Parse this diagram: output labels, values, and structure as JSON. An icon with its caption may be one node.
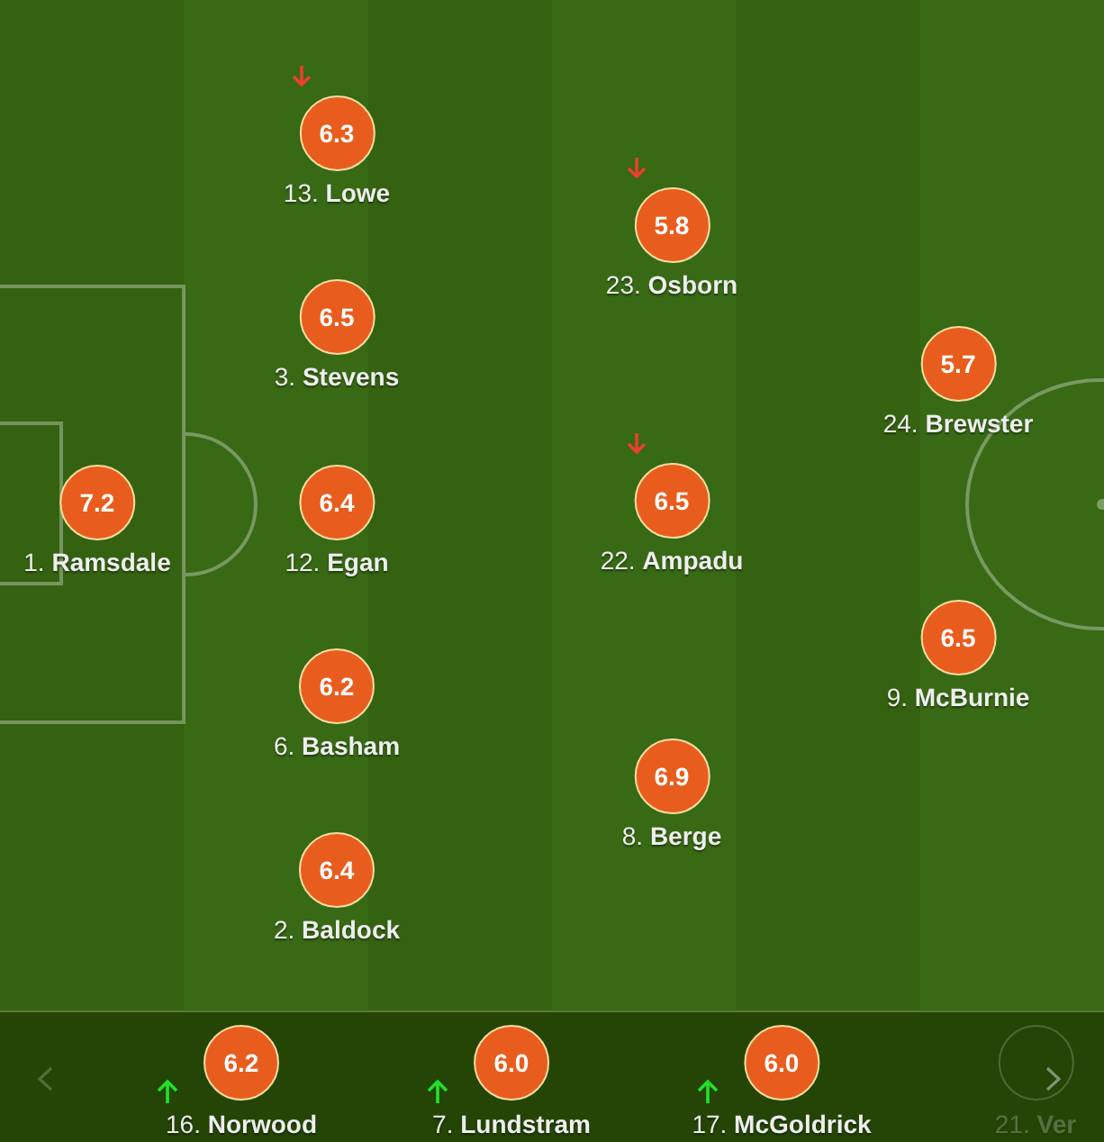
{
  "diagram": {
    "nodes": [
      {
        "text": [
          "7.2",
          "1. **Ramsdale**"
        ]
      },
      {
        "text": [
          "6.3",
          "13. **Lowe**"
        ]
      },
      {
        "text": [
          "6.5",
          "3. **Stevens**"
        ]
      },
      {
        "text": [
          "6.4",
          "12. **Egan**"
        ]
      },
      {
        "text": [
          "6.2",
          "6. **Basham**"
        ]
      },
      {
        "text": [
          "6.4",
          "2. **Baldock**"
        ]
      },
      {
        "text": [
          "5.8",
          "23. **Osborn**"
        ]
      },
      {
        "text": [
          "6.5",
          "22. **Ampadu**"
        ]
      },
      {
        "text": [
          "6.9",
          "8. **Berge**"
        ]
      },
      {
        "text": [
          "5.7",
          "24. **Brewster**"
        ]
      },
      {
        "text": [
          "6.5",
          "9. **McBurnie**"
        ]
      },
      {
        "text": [
          "6.2",
          "16. **Norwood**"
        ]
      },
      {
        "text": [
          "6.0",
          "7. **Lundstram**"
        ]
      },
      {
        "text": [
          "6.0",
          "17. **McGoldrick**"
        ]
      },
      {
        "text": [
          "21. **Ver**"
        ]
      }
    ]
  }
}
